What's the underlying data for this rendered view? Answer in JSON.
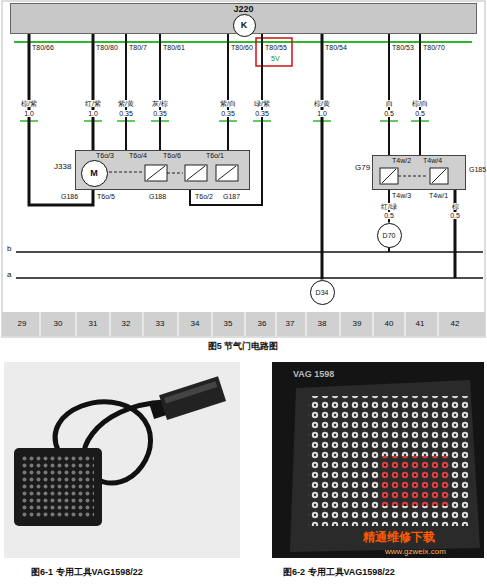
{
  "diagram": {
    "caption": "图5 节气门电路图",
    "nodes": [
      {
        "text": [
          "J220"
        ]
      },
      {
        "text": [
          "K"
        ],
        "in": 0
      },
      {
        "text": [
          "J338"
        ]
      },
      {
        "text": [
          "M"
        ],
        "in": 2
      },
      {
        "text": [
          "G79",
          "G185"
        ]
      },
      {
        "text": [
          "D70"
        ]
      },
      {
        "text": [
          "D34"
        ]
      }
    ],
    "edges": [
      {
        "from": 0,
        "to": 2,
        "arrow": "none"
      },
      {
        "from": 0,
        "to": 2,
        "arrow": "none"
      },
      {
        "from": 0,
        "to": 2,
        "arrow": "none"
      },
      {
        "from": 0,
        "to": 2,
        "arrow": "none"
      },
      {
        "from": 0,
        "to": 2,
        "arrow": "none"
      },
      {
        "from": 0,
        "to": 2,
        "arrow": "none"
      },
      {
        "from": 0,
        "to": 6,
        "arrow": "none"
      },
      {
        "from": 0,
        "to": 4,
        "arrow": "none"
      },
      {
        "from": 0,
        "to": 4,
        "arrow": "none"
      },
      {
        "from": 4,
        "to": 5,
        "arrow": "none"
      }
    ],
    "labels": [
      "T80/66",
      "T80/80",
      "T80/7",
      "T80/61",
      "T80/60",
      "T80/55",
      "5V",
      "T80/54",
      "T80/53",
      "T80/70",
      "棕/紫",
      "1.0",
      "红/紫",
      "1.0",
      "紫/黄",
      "0.35",
      "灰/棕",
      "0.35",
      "紫/白",
      "0.35",
      "绿/紫",
      "0.35",
      "棕/黄",
      "1.0",
      "白",
      "0.5",
      "棕/白",
      "0.5",
      "T6o/3",
      "T6o/4",
      "T6o/6",
      "T6o/1",
      "G186",
      "T6o/5",
      "G188",
      "T6o/2",
      "G187",
      "T4w/2",
      "T4w/4",
      "T4w/3",
      "T4w/1",
      "红/绿",
      "0.5",
      "棕",
      "0.5",
      "b",
      "a",
      "29",
      "30",
      "31",
      "32",
      "33",
      "34",
      "35",
      "36",
      "37",
      "38",
      "39",
      "40",
      "41",
      "42",
      "图6-1 专用工具VAG1598/22",
      "图6-2 专用工具VAG1598/22",
      "VAG 1598",
      "精通维修下载",
      "www.gzweix.com"
    ]
  }
}
